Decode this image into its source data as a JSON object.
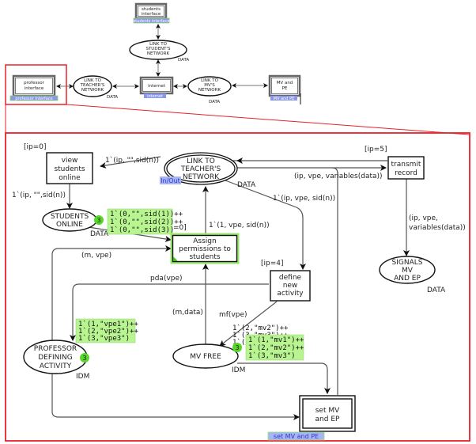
{
  "overview": {
    "students_interface": {
      "label_lines": [
        "students",
        "interface"
      ],
      "tag": "students interface"
    },
    "link_students_network": {
      "label_lines": [
        "LINK TO",
        "STUDENT'S",
        "NETWORK"
      ],
      "type": "DATA"
    },
    "professor_interface": {
      "label_lines": [
        "professor",
        "interface"
      ],
      "tag": "professor interface"
    },
    "link_teachers_network": {
      "label_lines": [
        "LINK TO",
        "TEACHER'S",
        "NETWORK"
      ],
      "type": "DATA"
    },
    "internet": {
      "label_lines": [
        "internet"
      ],
      "tag": "internet"
    },
    "link_mvs_network": {
      "label_lines": [
        "LINK TO",
        "MV'S",
        "NETWORK"
      ],
      "type": "DATA"
    },
    "mv_and_pe": {
      "label_lines": [
        "MV and",
        "PE"
      ],
      "tag": "MV and PE"
    }
  },
  "detail": {
    "view_students_online": {
      "label_lines": [
        "view",
        "students",
        "online"
      ],
      "guard": "[ip=0]"
    },
    "link_teachers_network": {
      "label_lines": [
        "LINK TO",
        "TEACHER'S",
        "NETWORK"
      ],
      "type": "DATA",
      "port": "In/Out"
    },
    "transmit_record": {
      "label_lines": [
        "transmit",
        "record"
      ],
      "guard": "[ip=5]"
    },
    "students_online": {
      "label_lines": [
        "STUDENTS",
        "ONLINE"
      ],
      "type": "DATA",
      "token_count": "3",
      "marking": [
        "1`(0,\"\",sid(1))++",
        "1`(0,\"\",sid(2))++",
        "1`(0,\"\",sid(3))"
      ]
    },
    "assign_permissions": {
      "label_lines": [
        "Assign",
        "permissions to",
        "students"
      ],
      "guard_fragment": "=0]"
    },
    "define_new_activity": {
      "label_lines": [
        "define",
        "new",
        "activity"
      ],
      "guard": "[ip=4]"
    },
    "signals_mv_ep": {
      "label_lines": [
        "SIGNALS",
        "MV",
        "AND EP"
      ],
      "type": "DATA"
    },
    "professor_defining_activity": {
      "label_lines": [
        "PROFESSOR",
        "DEFINING",
        "ACTIVITY"
      ],
      "type": "IDM",
      "token_count": "3",
      "marking": [
        "1`(1,\"vpe1\")++",
        "1`(2,\"vpe2\")++",
        "1`(3,\"vpe3\")"
      ]
    },
    "mv_free": {
      "label_lines": [
        "MV FREE"
      ],
      "type": "IDM",
      "token_count": "3",
      "marking": [
        "1`(1,\"mv1\")++",
        "1`(2,\"mv2\")++",
        "1`(3,\"mv3\")"
      ],
      "initial_marking_partial": [
        "1`(2,\"mv2\")++",
        "1`(3,\"mv3\")++",
        "1`("
      ]
    },
    "set_mv_ep": {
      "label_lines": [
        "set MV",
        "and EP"
      ],
      "tag": "set MV and PE"
    },
    "arcs": {
      "link_to_view": "1`(ip, \"\",sid(n))",
      "view_to_online": "1`(ip, \"\",sid(n))",
      "transmit_to_link": "(ip, vpe, variables(data))",
      "link_to_define": "1`(ip, vpe, sid(n))",
      "assign_to_link": "1`(1, vpe, sid(n))",
      "professor_to_assign": "(m, vpe)",
      "define_to_professor": "pda(vpe)",
      "mvfree_to_assign": "(m,data)",
      "define_to_mvfree": "mf(vpe)",
      "transmit_to_signals": [
        "(ip, vpe,",
        "variables(data))"
      ]
    }
  },
  "colors": {
    "highlight_red": "#e8202a",
    "token_green": "#5ad62a",
    "marking_bg": "#b8f590",
    "port_tag_bg": "#a9b4f5",
    "port_tag_text": "#2a3bd0"
  }
}
